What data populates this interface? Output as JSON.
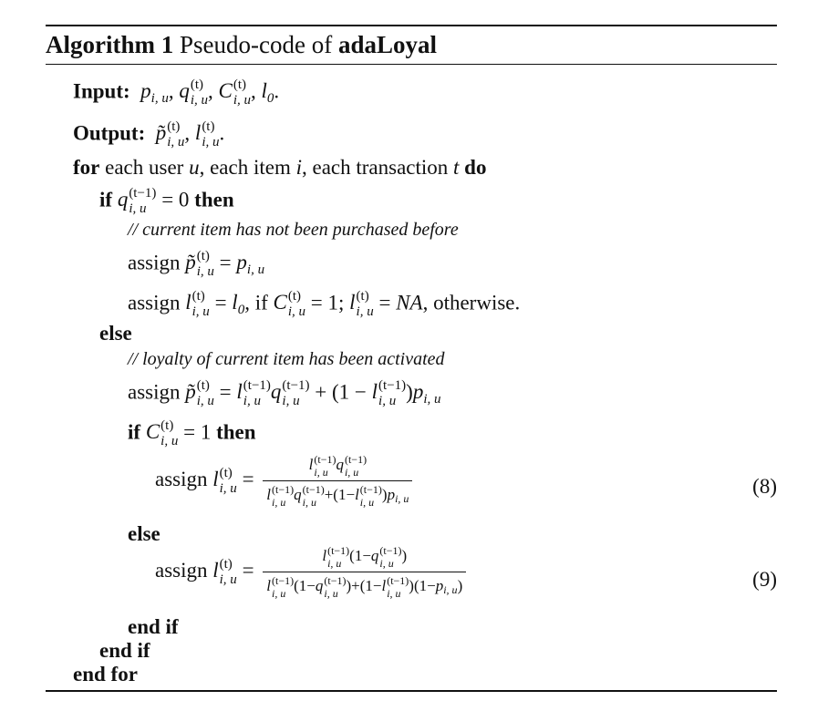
{
  "algorithm": {
    "label": "Algorithm 1",
    "title_prefix": "Pseudo-code of",
    "name": "adaLoyal"
  },
  "kw": {
    "input": "Input:",
    "output": "Output:",
    "for": "for",
    "do": "do",
    "if": "if",
    "then": "then",
    "else": "else",
    "end_if": "end if",
    "end_for": "end for",
    "assign": "assign"
  },
  "text": {
    "for_each_user": "each user",
    "each_item": ", each item",
    "each_transaction": ", each transaction",
    "comment_1": "// current item has not been purchased before",
    "comment_2": "// loyalty of current item has been activated",
    "if_clause": ", if",
    "otherwise": ", otherwise.",
    "na": "NA",
    "zero": "0",
    "one": "1"
  },
  "equations": {
    "eq8": "(8)",
    "eq9": "(9)"
  }
}
